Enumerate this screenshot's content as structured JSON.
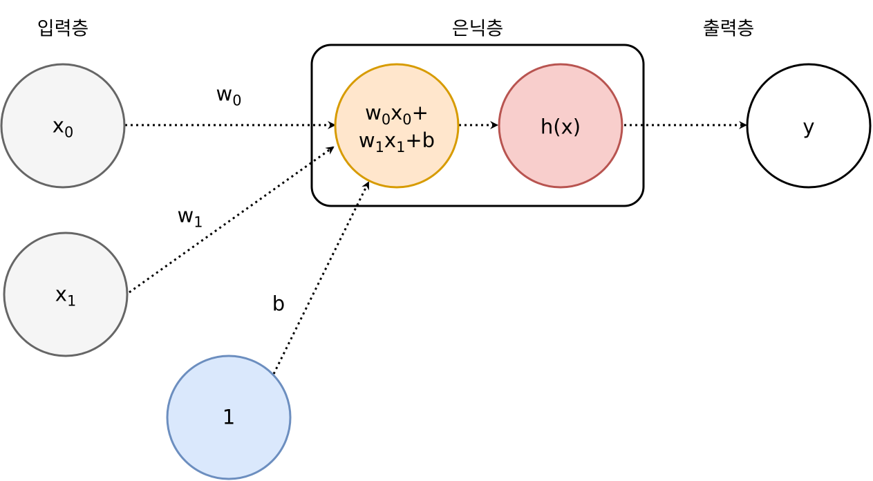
{
  "layers": {
    "input": "입력층",
    "hidden": "은닉층",
    "output": "출력층"
  },
  "nodes": {
    "x0": {
      "base": "x",
      "sub": "0"
    },
    "x1": {
      "base": "x",
      "sub": "1"
    },
    "bias": {
      "text": "1"
    },
    "sum": {
      "line1": [
        {
          "t": "w",
          "sub": false
        },
        {
          "t": "0",
          "sub": true
        },
        {
          "t": "x",
          "sub": false
        },
        {
          "t": "0",
          "sub": true
        },
        {
          "t": "+",
          "sub": false
        }
      ],
      "line2": [
        {
          "t": "w",
          "sub": false
        },
        {
          "t": "1",
          "sub": true
        },
        {
          "t": "x",
          "sub": false
        },
        {
          "t": "1",
          "sub": true
        },
        {
          "t": "+b",
          "sub": false
        }
      ]
    },
    "activation": {
      "text": "h(x)"
    },
    "output": {
      "text": "y"
    }
  },
  "edges": {
    "w0": {
      "base": "w",
      "sub": "0"
    },
    "w1": {
      "base": "w",
      "sub": "1"
    },
    "b": {
      "text": "b"
    }
  },
  "colors": {
    "input_fill": "#f5f5f5",
    "input_stroke": "#666666",
    "bias_fill": "#dae8fc",
    "bias_stroke": "#6c8ebf",
    "sum_fill": "#ffe6cc",
    "sum_stroke": "#d79b00",
    "activation_fill": "#f8cecc",
    "activation_stroke": "#b85450",
    "output_fill": "#ffffff",
    "output_stroke": "#000000",
    "edge": "#000000"
  }
}
